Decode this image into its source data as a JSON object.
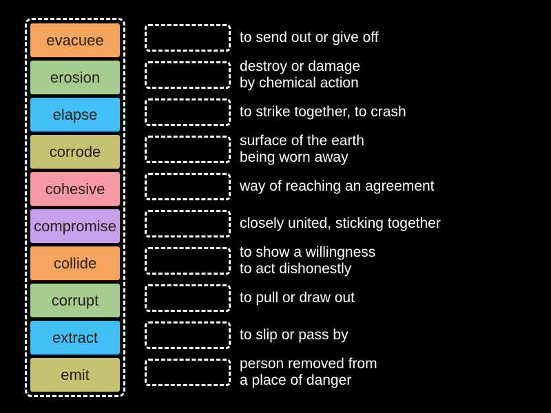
{
  "board": {
    "background": "#000000",
    "border_color": "#FFFFFF",
    "text_color": "#FFFFFF"
  },
  "words": [
    {
      "label": "evacuee",
      "color": "#F5A55E"
    },
    {
      "label": "erosion",
      "color": "#A6CC90"
    },
    {
      "label": "elapse",
      "color": "#42C0F5"
    },
    {
      "label": "corrode",
      "color": "#C5C372"
    },
    {
      "label": "cohesive",
      "color": "#F799A4"
    },
    {
      "label": "compromise",
      "color": "#C6A0EA"
    },
    {
      "label": "collide",
      "color": "#F5A55E"
    },
    {
      "label": "corrupt",
      "color": "#A6CC90"
    },
    {
      "label": "extract",
      "color": "#42C0F5"
    },
    {
      "label": "emit",
      "color": "#C5C372"
    }
  ],
  "definitions": [
    {
      "lines": [
        "to send out or give off"
      ]
    },
    {
      "lines": [
        "destroy or damage",
        "by chemical action"
      ]
    },
    {
      "lines": [
        "to strike together, to crash"
      ]
    },
    {
      "lines": [
        "surface of the earth",
        "being worn away"
      ]
    },
    {
      "lines": [
        "way of reaching an agreement"
      ]
    },
    {
      "lines": [
        "closely united, sticking together"
      ]
    },
    {
      "lines": [
        "to show a willingness",
        "to act dishonestly"
      ]
    },
    {
      "lines": [
        "to pull or draw out"
      ]
    },
    {
      "lines": [
        "to slip or pass by"
      ]
    },
    {
      "lines": [
        "person removed from",
        "a place of danger"
      ]
    }
  ]
}
